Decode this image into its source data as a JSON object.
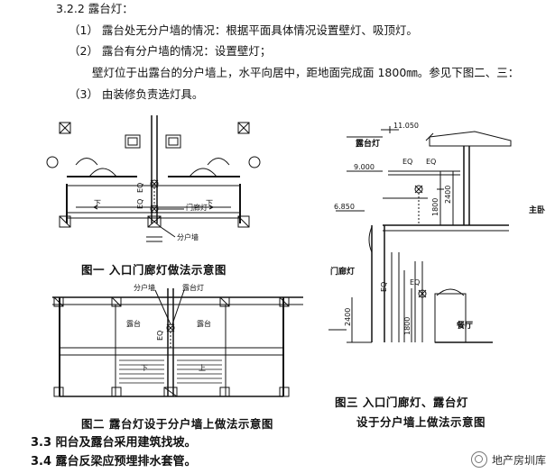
{
  "section": {
    "heading": "3.2.2 露台灯：",
    "item1": "（1） 露台处无分户墙的情况：根据平面具体情况设置壁灯、吸顶灯。",
    "item2": "（2） 露台有分户墙的情况：设置壁灯；",
    "item2_detail": "壁灯位于出露台的分户墙上，水平向居中，距地面完成面 1800㎜。参见下图二、三：",
    "item3": "（3） 由装修负责选灯具。"
  },
  "figure1": {
    "caption": "图一 入口门廊灯做法示意图",
    "label_door_lamp": "门廊灯",
    "label_party_wall": "分户墙",
    "label_eq": "EQ",
    "label_down": "下"
  },
  "figure2": {
    "caption": "图二 露台灯设于分户墙上做法示意图",
    "label_party_wall": "分户墙",
    "label_terrace_lamp": "露台灯",
    "label_terrace": "露台",
    "label_down": "下",
    "label_up": "上",
    "label_eq": "EQ"
  },
  "figure3": {
    "caption_line1": "图三 入口门廊灯、露台灯",
    "caption_line2": "设于分户墙上做法示意图",
    "label_terrace_lamp": "露台灯",
    "label_door_lamp": "门廊灯",
    "elev_top": "11.050",
    "elev_mid": "9.000",
    "elev_low": "6.850",
    "dim_2400": "2400",
    "dim_1800": "1800",
    "label_eq": "EQ",
    "label_master": "主卧",
    "label_dining": "餐厅"
  },
  "footer": {
    "line1": "3.3 阳台及露台采用建筑找坡。",
    "line2": "3.4 露台反梁应预埋排水套管。"
  },
  "watermark": {
    "text": "地产房圳库"
  }
}
